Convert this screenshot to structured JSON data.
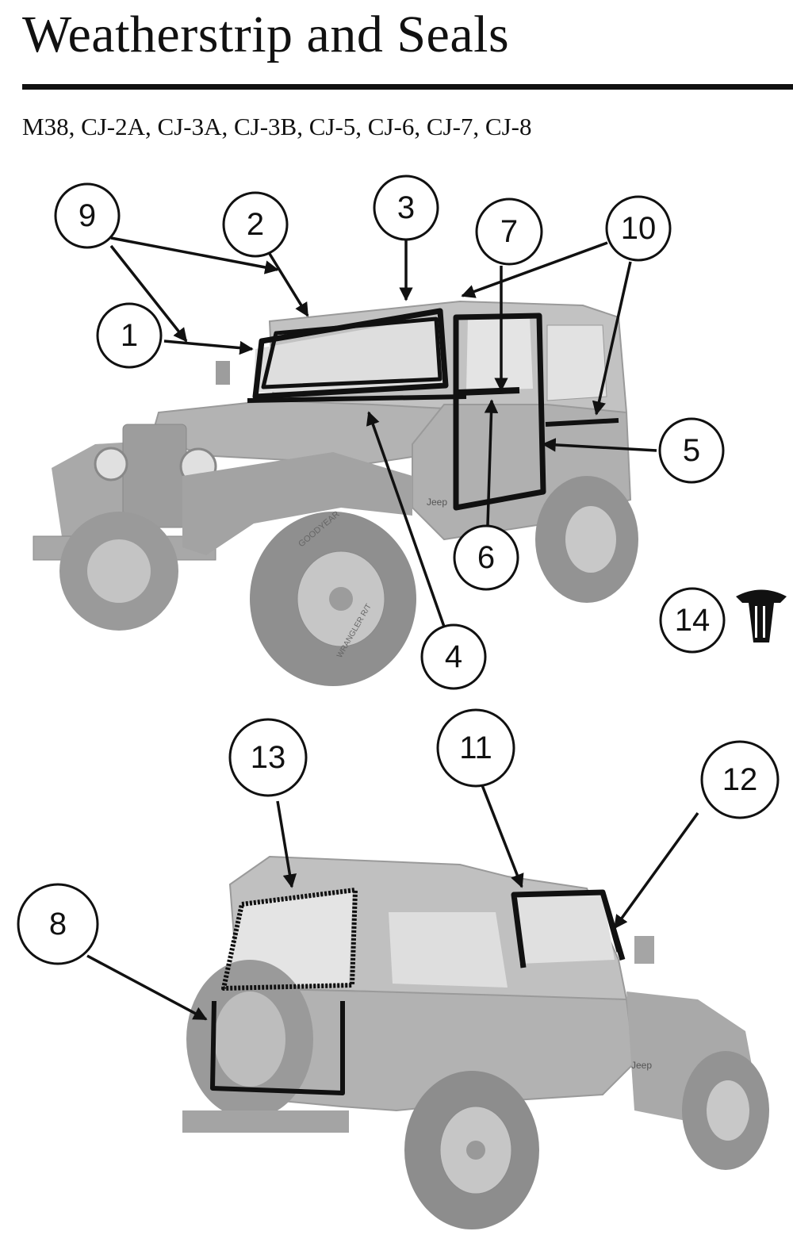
{
  "title": "Weatherstrip and Seals",
  "subtitle": "M38, CJ-2A, CJ-3A, CJ-3B, CJ-5, CJ-6, CJ-7, CJ-8",
  "callouts": [
    "1",
    "2",
    "3",
    "4",
    "5",
    "6",
    "7",
    "8",
    "9",
    "10",
    "11",
    "12",
    "13",
    "14"
  ],
  "vehicle_badge": "Jeep",
  "tire_brand": "GOODYEAR",
  "tire_model": "WRANGLER R/T",
  "colors": {
    "ink": "#111111",
    "vehicle_gray": "#b7b7b7",
    "vehicle_dark": "#8e8e8e"
  }
}
